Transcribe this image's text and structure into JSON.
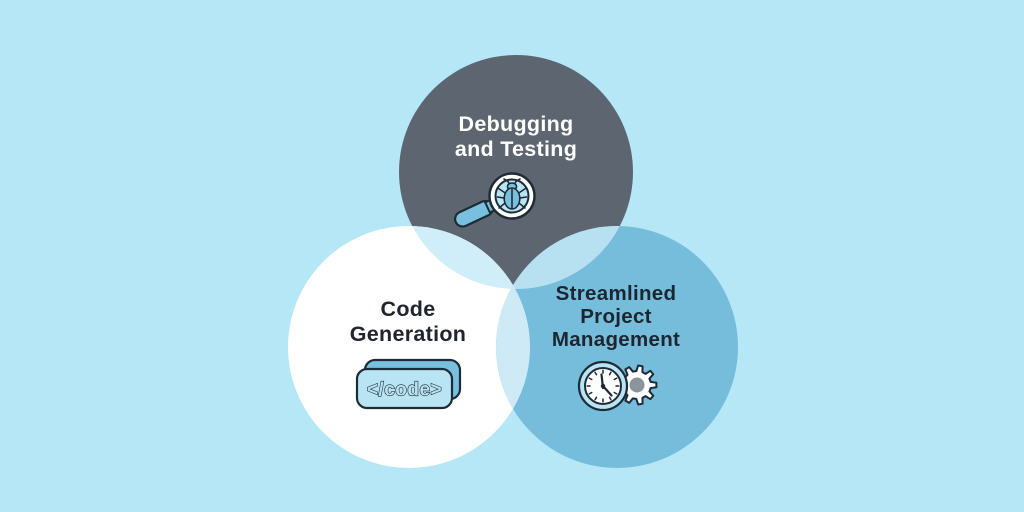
{
  "canvas": {
    "background_color": "#b5e7f7"
  },
  "venn": {
    "circles": [
      {
        "id": "debugging-testing",
        "label": "Debugging\nand Testing",
        "fill": "#5d6670",
        "text_color": "#ffffff",
        "icon": "bug-magnifier-icon"
      },
      {
        "id": "code-generation",
        "label": "Code\nGeneration",
        "fill": "#ffffff",
        "text_color": "#20242b",
        "icon": "code-tag-icon"
      },
      {
        "id": "project-management",
        "label": "Streamlined\nProject\nManagement",
        "fill": "#75bddb",
        "text_color": "#1c2630",
        "icon": "clock-gear-icon"
      }
    ],
    "overlap_colors": {
      "top_left": "#d0edfa",
      "top_right": "#b7e1f0",
      "left_right": "#cfeaf7"
    }
  },
  "icons": {
    "code_tag_text": "</code>",
    "outline_color": "#1d2b36",
    "light_blue": "#b9e4f3",
    "mid_blue": "#79c0de",
    "gear_gray": "#8c949c"
  }
}
